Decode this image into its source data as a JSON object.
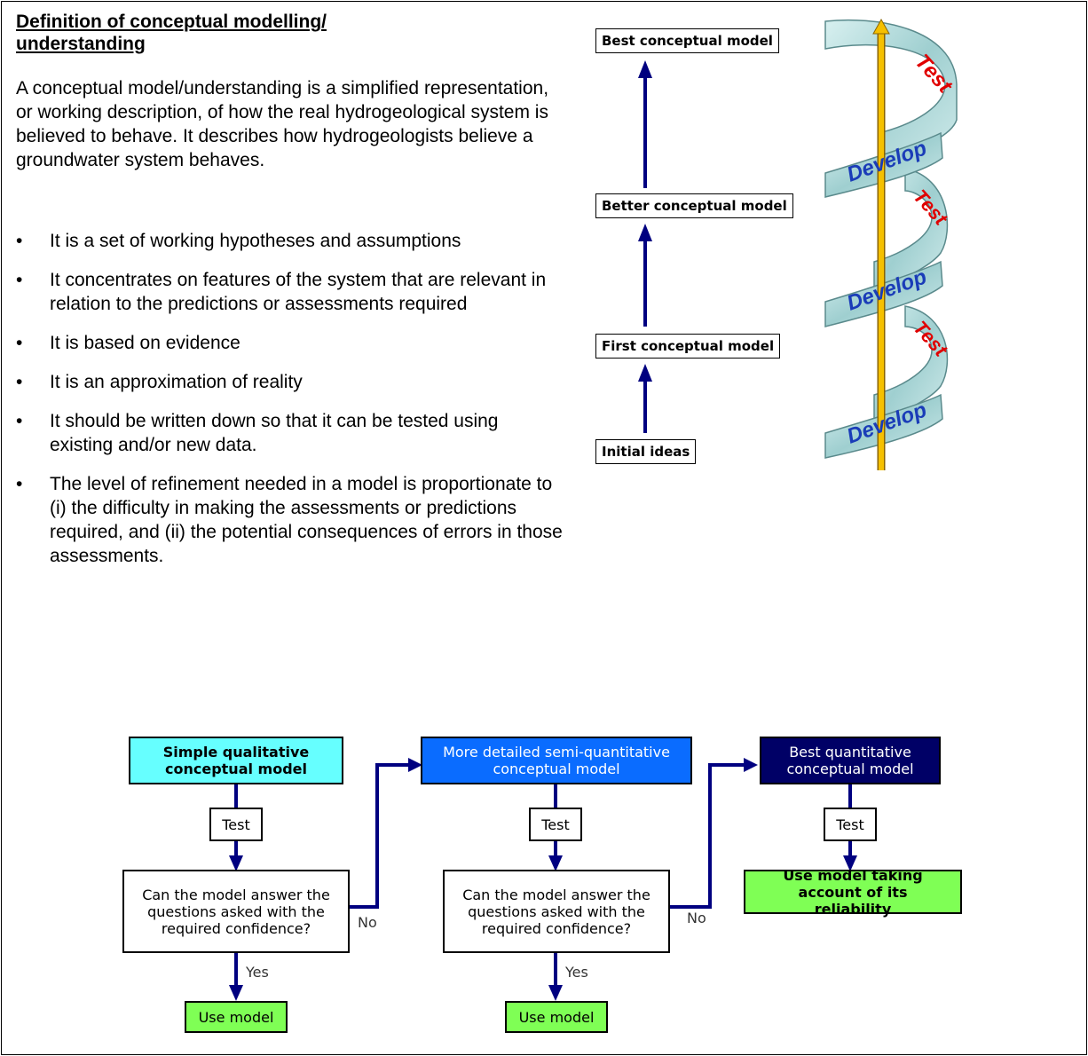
{
  "heading": "Definition of conceptual modelling/ understanding",
  "intro": "A conceptual model/understanding is a simplified representation, or working description, of how the real hydrogeological system is believed to behave. It describes how hydrogeologists believe a groundwater system behaves.",
  "bullet_symbol": "•",
  "bullets": [
    "It is a set of working hypotheses and assumptions",
    "It concentrates on features of the system that are relevant in relation to the predictions or assessments required",
    "It is based on evidence",
    "It is an approximation of reality",
    "It should be written down so that it can be tested using existing and/or new data.",
    "The level of refinement needed in a model is proportionate to (i) the difficulty in making the assessments or predictions required, and (ii) the potential consequences of errors in those assessments."
  ],
  "spiral_diagram": {
    "stages": [
      "Best conceptual model",
      "Better conceptual model",
      "First conceptual model",
      "Initial ideas"
    ],
    "labels": [
      "Test",
      "Develop",
      "Test",
      "Develop",
      "Test",
      "Develop"
    ]
  },
  "flowchart": {
    "models": [
      "Simple qualitative conceptual model",
      "More detailed semi-quantitative conceptual model",
      "Best quantitative conceptual model"
    ],
    "model_colors": [
      "#66ffff",
      "#0a6cff",
      "#000066"
    ],
    "test_label": "Test",
    "question": "Can the model answer the questions asked with the required confidence?",
    "no_label": "No",
    "yes_label": "Yes",
    "use_model": "Use model",
    "final_use": "Use model taking account of its reliability",
    "use_color": "#7fff55"
  }
}
